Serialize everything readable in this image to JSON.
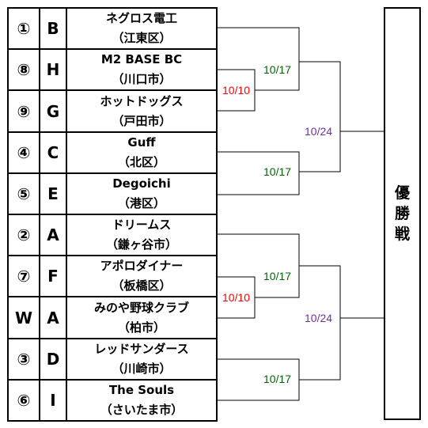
{
  "teams": [
    {
      "seed": "①",
      "group": "B",
      "name": "ネグロス電工",
      "city": "（江東区）"
    },
    {
      "seed": "⑧",
      "group": "H",
      "name": "M2 BASE BC",
      "city": "（川口市）"
    },
    {
      "seed": "⑨",
      "group": "G",
      "name": "ホットドッグス",
      "city": "（戸田市）"
    },
    {
      "seed": "④",
      "group": "C",
      "name": "Guff",
      "city": "（北区）"
    },
    {
      "seed": "⑤",
      "group": "E",
      "name": "Degoichi",
      "city": "（港区）"
    },
    {
      "seed": "②",
      "group": "A",
      "name": "ドリームス",
      "city": "（鎌ヶ谷市）"
    },
    {
      "seed": "⑦",
      "group": "F",
      "name": "アポロダイナー",
      "city": "（板橋区）"
    },
    {
      "seed": "W",
      "group": "A",
      "name": "みのや野球クラブ",
      "city": "（柏市）"
    },
    {
      "seed": "③",
      "group": "D",
      "name": "レッドサンダース",
      "city": "（川崎市）"
    },
    {
      "seed": "⑥",
      "group": "I",
      "name": "The Souls",
      "city": "（さいたま市）"
    }
  ],
  "final": {
    "label": "優勝戦",
    "chars": [
      "優",
      "勝",
      "戦"
    ]
  },
  "dates": [
    {
      "label": "10/10",
      "color": "#ff0000"
    },
    {
      "label": "10/17",
      "color": "#006600"
    },
    {
      "label": "10/17",
      "color": "#006600"
    },
    {
      "label": "10/24",
      "color": "#7030a0"
    },
    {
      "label": "10/10",
      "color": "#ff0000"
    },
    {
      "label": "10/17",
      "color": "#006600"
    },
    {
      "label": "10/17",
      "color": "#006600"
    },
    {
      "label": "10/24",
      "color": "#7030a0"
    }
  ]
}
